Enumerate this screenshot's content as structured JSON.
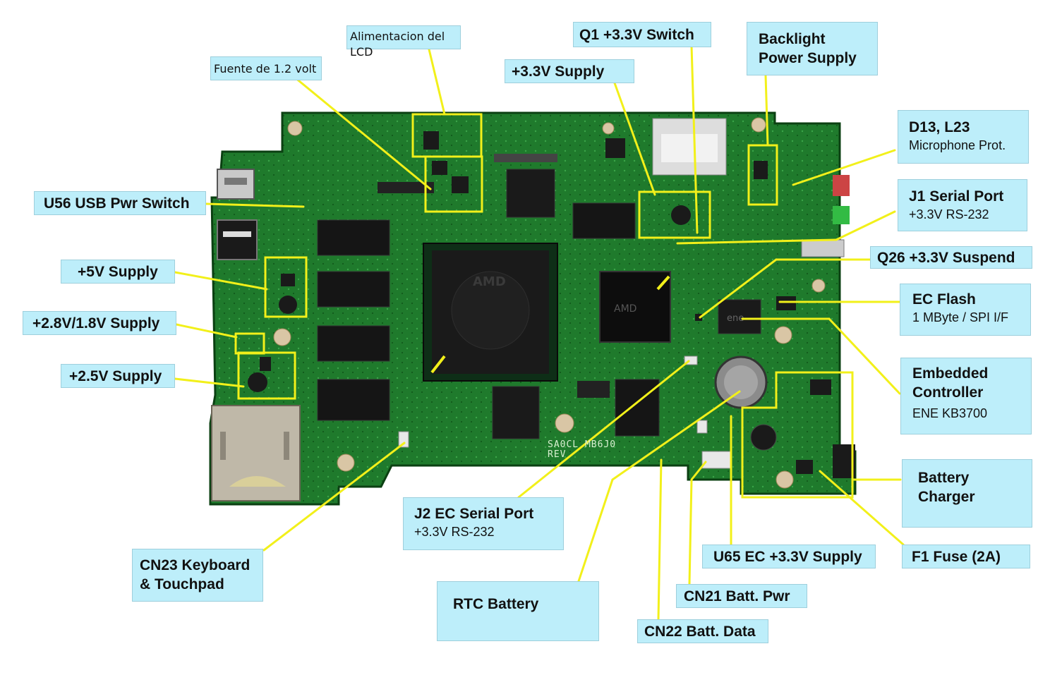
{
  "callouts": [
    {
      "id": "alimentacion-lcd",
      "title": "Alimentacion del LCD",
      "subtitle": ""
    },
    {
      "id": "fuente-1-2-volt",
      "title": "Fuente de 1.2 volt",
      "subtitle": ""
    },
    {
      "id": "q1-switch",
      "title": "Q1 +3.3V Switch",
      "subtitle": ""
    },
    {
      "id": "supply-3v3",
      "title": "+3.3V Supply",
      "subtitle": ""
    },
    {
      "id": "backlight-power",
      "title": "Backlight\nPower Supply",
      "subtitle": ""
    },
    {
      "id": "d13-l23",
      "title": "D13, L23",
      "subtitle": "Microphone Prot."
    },
    {
      "id": "u56-usb",
      "title": "U56 USB Pwr Switch",
      "subtitle": ""
    },
    {
      "id": "j1-serial",
      "title": "J1 Serial Port",
      "subtitle": "+3.3V RS-232"
    },
    {
      "id": "supply-5v",
      "title": "+5V Supply",
      "subtitle": ""
    },
    {
      "id": "q26-suspend",
      "title": "Q26 +3.3V Suspend",
      "subtitle": ""
    },
    {
      "id": "supply-2v8",
      "title": "+2.8V/1.8V Supply",
      "subtitle": ""
    },
    {
      "id": "ec-flash",
      "title": "EC Flash",
      "subtitle": "1 MByte / SPI I/F"
    },
    {
      "id": "supply-2v5",
      "title": "+2.5V Supply",
      "subtitle": ""
    },
    {
      "id": "embedded-controller",
      "title": "Embedded\nController",
      "subtitle": "ENE KB3700"
    },
    {
      "id": "battery-charger",
      "title": "Battery\nCharger",
      "subtitle": ""
    },
    {
      "id": "j2-ec-serial",
      "title": "J2 EC Serial Port",
      "subtitle": "+3.3V RS-232"
    },
    {
      "id": "cn23-keyboard",
      "title": "CN23 Keyboard\n& Touchpad",
      "subtitle": ""
    },
    {
      "id": "u65-ec",
      "title": "U65 EC +3.3V Supply",
      "subtitle": ""
    },
    {
      "id": "f1-fuse",
      "title": "F1 Fuse (2A)",
      "subtitle": ""
    },
    {
      "id": "rtc-battery",
      "title": "RTC Battery",
      "subtitle": ""
    },
    {
      "id": "cn21-batt-pwr",
      "title": "CN21 Batt. Pwr",
      "subtitle": ""
    },
    {
      "id": "cn22-batt-data",
      "title": "CN22 Batt. Data",
      "subtitle": ""
    }
  ],
  "board": {
    "silkscreen": "SA0CL MB6J0",
    "revision": "REV"
  },
  "colors": {
    "pcb": "#1f7a2c",
    "pcb_dark": "#125c1d",
    "callout_bg": "#bdeefa",
    "leader": "#f2f01a",
    "chip": "#1b1b1b"
  }
}
